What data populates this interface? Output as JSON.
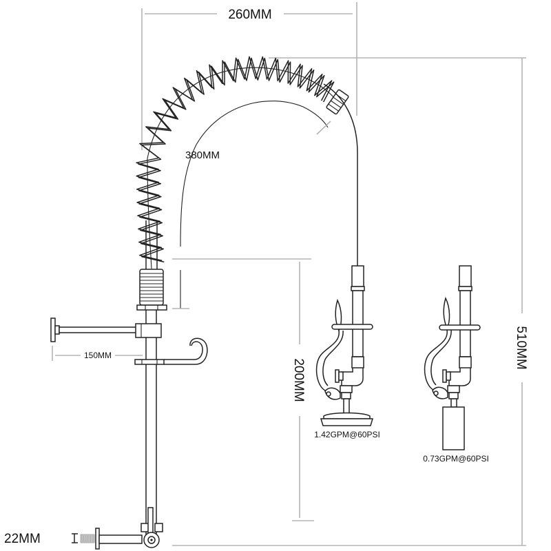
{
  "diagram": {
    "subject": "Pre-rinse faucet with spring spout and interchangeable spray heads",
    "dimensions": {
      "spout_width": "260MM",
      "spring_arc": "380MM",
      "wall_arm": "150MM",
      "spray_height": "200MM",
      "total_height": "510MM",
      "inlet": "22MM"
    },
    "spray_heads": [
      {
        "name": "round-spray-head",
        "flow": "1.42GPM@60PSI"
      },
      {
        "name": "cylinder-spray-head",
        "flow": "0.73GPM@60PSI"
      }
    ],
    "colors": {
      "ink": "#222222",
      "dimension_line": "#b4b4b4",
      "background": "#ffffff"
    }
  }
}
